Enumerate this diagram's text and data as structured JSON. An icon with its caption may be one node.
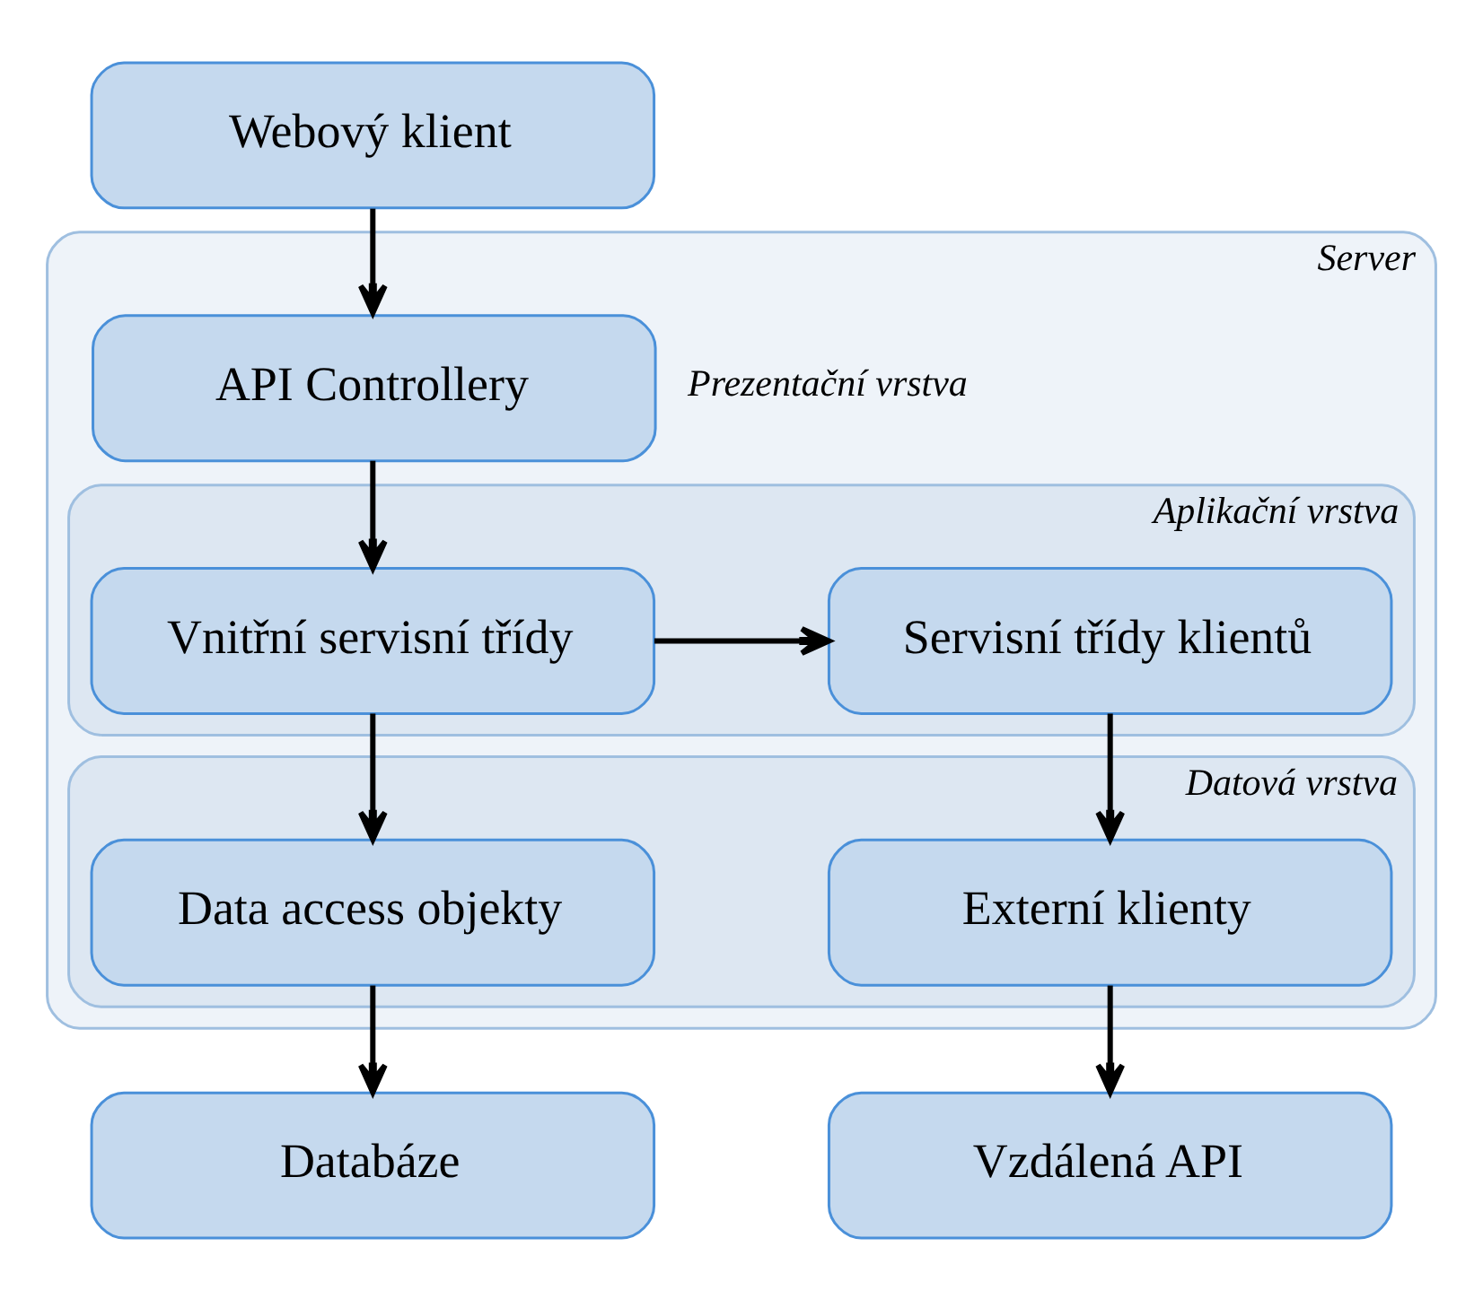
{
  "diagram": {
    "nodes": [
      {
        "text": [
          "Webový klient"
        ]
      },
      {
        "text": [
          "Server"
        ]
      },
      {
        "text": [
          "API Controllery"
        ],
        "in": 1,
        "beside": [
          "Prezentační vrstva"
        ]
      },
      {
        "text": [
          "Aplikační vrstva"
        ],
        "in": 1
      },
      {
        "text": [
          "Vnitřní servisní třídy"
        ],
        "in": 3
      },
      {
        "text": [
          "Servisní třídy klientů"
        ],
        "in": 3
      },
      {
        "text": [
          "Datová vrstva"
        ],
        "in": 1
      },
      {
        "text": [
          "Data access objekty"
        ],
        "in": 6
      },
      {
        "text": [
          "Externí klienty"
        ],
        "in": 6
      },
      {
        "text": [
          "Databáze"
        ]
      },
      {
        "text": [
          "Vzdálená API"
        ]
      }
    ],
    "edges": [
      {
        "from": 0,
        "to": 2,
        "arrow": "to"
      },
      {
        "from": 2,
        "to": 4,
        "arrow": "to"
      },
      {
        "from": 4,
        "to": 5,
        "arrow": "to"
      },
      {
        "from": 4,
        "to": 7,
        "arrow": "to"
      },
      {
        "from": 5,
        "to": 8,
        "arrow": "to"
      },
      {
        "from": 7,
        "to": 9,
        "arrow": "to"
      },
      {
        "from": 8,
        "to": 10,
        "arrow": "to"
      }
    ]
  }
}
